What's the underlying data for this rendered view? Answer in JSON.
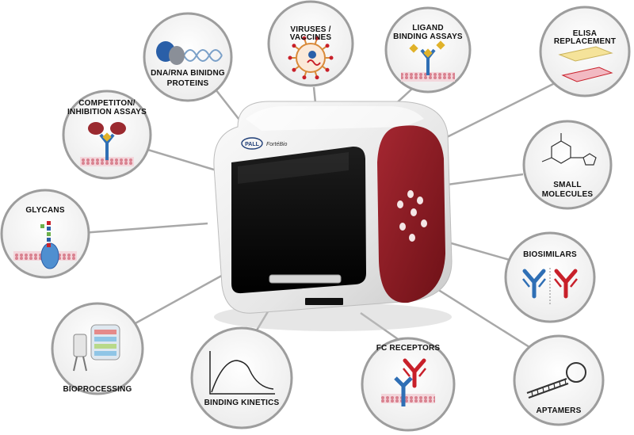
{
  "device": {
    "brand": "PALL",
    "product": "FortéBio"
  },
  "applications": [
    {
      "key": "dna",
      "lines": [
        "DNA/RNA BINIDNG",
        "PROTEINS"
      ]
    },
    {
      "key": "viruses",
      "lines": [
        "VIRUSES /",
        "VACCINES"
      ]
    },
    {
      "key": "ligand",
      "lines": [
        "LIGAND",
        "BINDING ASSAYS"
      ]
    },
    {
      "key": "elisa",
      "lines": [
        "ELISA",
        "REPLACEMENT"
      ]
    },
    {
      "key": "competition",
      "lines": [
        "COMPETITON/",
        "INHIBITION ASSAYS"
      ]
    },
    {
      "key": "small",
      "lines": [
        "SMALL",
        "MOLECULES"
      ]
    },
    {
      "key": "glycans",
      "lines": [
        "GLYCANS"
      ]
    },
    {
      "key": "biosimilars",
      "lines": [
        "BIOSIMILARS"
      ]
    },
    {
      "key": "bioprocessing",
      "lines": [
        "BIOPROCESSING"
      ]
    },
    {
      "key": "kinetics",
      "lines": [
        "BINDING KINETICS"
      ]
    },
    {
      "key": "fc",
      "lines": [
        "FC RECEPTORS"
      ]
    },
    {
      "key": "aptamers",
      "lines": [
        "APTAMERS"
      ]
    }
  ],
  "colors": {
    "circle_fill": "#f6f6f6",
    "circle_stroke": "#9d9d9d",
    "connector": "#a8a8a8",
    "instrument_body": "#ececec",
    "instrument_panel": "#8f1c24",
    "window": "#0b0b0b",
    "receptor_blue": "#2f6fb5",
    "receptor_red": "#c8202a",
    "ligand_yellow": "#e0b22a",
    "membrane_pink": "#e8a9b4"
  }
}
